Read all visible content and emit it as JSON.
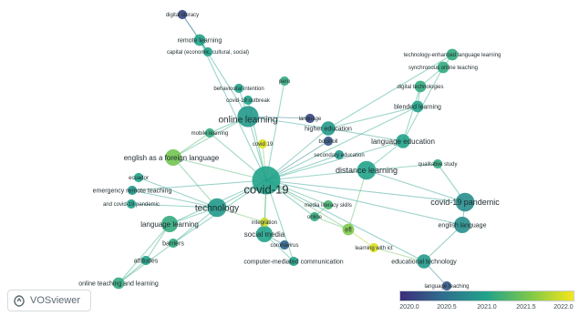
{
  "app": {
    "brand": "VOSviewer"
  },
  "legend": {
    "ticks": [
      "2020.0",
      "2020.5",
      "2021.0",
      "2021.5",
      "2022.0"
    ],
    "gradient": [
      "#3b2d7a",
      "#2f6f8e",
      "#21a38a",
      "#7ec84a",
      "#f5e61a"
    ]
  },
  "network": {
    "nodes": [
      {
        "id": "covid19",
        "label": "covid-19",
        "score": 0.5,
        "weight": 10,
        "label_size": 13
      },
      {
        "id": "online_learning",
        "label": "online learning",
        "score": 0.45,
        "weight": 7,
        "label_size": 10
      },
      {
        "id": "technology",
        "label": "technology",
        "score": 0.45,
        "weight": 6,
        "label_size": 10
      },
      {
        "id": "distance_learning",
        "label": "distance learning",
        "score": 0.5,
        "weight": 6,
        "label_size": 9
      },
      {
        "id": "covid19_pandemic",
        "label": "covid-19 pandemic",
        "score": 0.4,
        "weight": 6,
        "label_size": 9
      },
      {
        "id": "efl_foreign",
        "label": "english as a foreign language",
        "score": 0.72,
        "weight": 5,
        "label_size": 8
      },
      {
        "id": "language_learning",
        "label": "language learning",
        "score": 0.55,
        "weight": 5,
        "label_size": 8
      },
      {
        "id": "social_media",
        "label": "social media",
        "score": 0.5,
        "weight": 5,
        "label_size": 8
      },
      {
        "id": "english_language",
        "label": "english language",
        "score": 0.4,
        "weight": 5,
        "label_size": 7
      },
      {
        "id": "language_education",
        "label": "language education",
        "score": 0.5,
        "weight": 4,
        "label_size": 8
      },
      {
        "id": "higher_education",
        "label": "higher education",
        "score": 0.45,
        "weight": 4,
        "label_size": 7
      },
      {
        "id": "educational_technology",
        "label": "educational technology",
        "score": 0.45,
        "weight": 4,
        "label_size": 7
      },
      {
        "id": "blended_learning",
        "label": "blended learning",
        "score": 0.5,
        "weight": 3,
        "label_size": 7
      },
      {
        "id": "digital_technologies",
        "label": "digital technologies",
        "score": 0.55,
        "weight": 3,
        "label_size": 6
      },
      {
        "id": "tech_enhanced",
        "label": "technology-enhanced language learning",
        "score": 0.55,
        "weight": 3,
        "label_size": 6
      },
      {
        "id": "synchronous",
        "label": "synchronous online teaching",
        "score": 0.55,
        "weight": 3,
        "label_size": 6
      },
      {
        "id": "remote_learning",
        "label": "remote learning",
        "score": 0.5,
        "weight": 3,
        "label_size": 7
      },
      {
        "id": "capital",
        "label": "capital (economic, cultural, social)",
        "score": 0.5,
        "weight": 2,
        "label_size": 6
      },
      {
        "id": "digital_literacy",
        "label": "digital literacy",
        "score": 0.1,
        "weight": 2,
        "label_size": 6
      },
      {
        "id": "behavioural_intention",
        "label": "behavioural intention",
        "score": 0.5,
        "weight": 2,
        "label_size": 6
      },
      {
        "id": "peru",
        "label": "peru",
        "score": 0.55,
        "weight": 2,
        "label_size": 6
      },
      {
        "id": "covid_outbreak",
        "label": "covid-19 outbreak",
        "score": 0.5,
        "weight": 2,
        "label_size": 6
      },
      {
        "id": "mobile_learning",
        "label": "mobile learning",
        "score": 0.55,
        "weight": 2,
        "label_size": 6
      },
      {
        "id": "covid_19_small",
        "label": "covid 19",
        "score": 0.95,
        "weight": 2,
        "label_size": 6
      },
      {
        "id": "language",
        "label": "language",
        "score": 0.1,
        "weight": 2,
        "label_size": 6
      },
      {
        "id": "bookroll",
        "label": "bookroll",
        "score": 0.15,
        "weight": 2,
        "label_size": 6
      },
      {
        "id": "secondary_education",
        "label": "secondary education",
        "score": 0.45,
        "weight": 2,
        "label_size": 6
      },
      {
        "id": "qualitative_study",
        "label": "qualitative study",
        "score": 0.55,
        "weight": 2,
        "label_size": 6
      },
      {
        "id": "ecuador",
        "label": "ecuador",
        "score": 0.5,
        "weight": 2,
        "label_size": 6
      },
      {
        "id": "emergency_remote",
        "label": "emergency remote teaching",
        "score": 0.45,
        "weight": 2,
        "label_size": 7
      },
      {
        "id": "covid19_pandemic_small",
        "label": "and covid-19 pandemic",
        "score": 0.5,
        "weight": 2,
        "label_size": 6
      },
      {
        "id": "media_literacy",
        "label": "media literacy skills",
        "score": 0.6,
        "weight": 2,
        "label_size": 6
      },
      {
        "id": "online",
        "label": "online",
        "score": 0.55,
        "weight": 2,
        "label_size": 6
      },
      {
        "id": "integration",
        "label": "integration",
        "score": 0.9,
        "weight": 2,
        "label_size": 6
      },
      {
        "id": "efl",
        "label": "efl",
        "score": 0.75,
        "weight": 3,
        "label_size": 7
      },
      {
        "id": "coronavirus",
        "label": "coronavirus",
        "score": 0.2,
        "weight": 2,
        "label_size": 6
      },
      {
        "id": "learning_with_ict",
        "label": "learning with ict",
        "score": 0.95,
        "weight": 2,
        "label_size": 6
      },
      {
        "id": "barriers",
        "label": "barriers",
        "score": 0.55,
        "weight": 2,
        "label_size": 7
      },
      {
        "id": "attitudes",
        "label": "attitudes",
        "score": 0.5,
        "weight": 2,
        "label_size": 7
      },
      {
        "id": "cmc",
        "label": "computer-mediated communication",
        "score": 0.5,
        "weight": 2,
        "label_size": 7
      },
      {
        "id": "online_teaching",
        "label": "online teaching and learning",
        "score": 0.55,
        "weight": 3,
        "label_size": 7
      },
      {
        "id": "language_teaching",
        "label": "language teaching",
        "score": 0.15,
        "weight": 2,
        "label_size": 6
      }
    ],
    "edges": [
      [
        "covid19",
        "online_learning"
      ],
      [
        "covid19",
        "technology"
      ],
      [
        "covid19",
        "distance_learning"
      ],
      [
        "covid19",
        "covid19_pandemic"
      ],
      [
        "covid19",
        "efl_foreign"
      ],
      [
        "covid19",
        "language_learning"
      ],
      [
        "covid19",
        "social_media"
      ],
      [
        "covid19",
        "higher_education"
      ],
      [
        "covid19",
        "language_education"
      ],
      [
        "covid19",
        "remote_learning"
      ],
      [
        "covid19",
        "mobile_learning"
      ],
      [
        "covid19",
        "covid_19_small"
      ],
      [
        "covid19",
        "emergency_remote"
      ],
      [
        "covid19",
        "media_literacy"
      ],
      [
        "covid19",
        "online"
      ],
      [
        "covid19",
        "efl"
      ],
      [
        "covid19",
        "integration"
      ],
      [
        "covid19",
        "cmc"
      ],
      [
        "covid19",
        "barriers"
      ],
      [
        "covid19",
        "blended_learning"
      ],
      [
        "covid19",
        "educational_technology"
      ],
      [
        "covid19",
        "english_language"
      ],
      [
        "covid19",
        "peru"
      ],
      [
        "covid19",
        "covid_outbreak"
      ],
      [
        "covid19",
        "bookroll"
      ],
      [
        "covid19",
        "secondary_education"
      ],
      [
        "online_learning",
        "remote_learning"
      ],
      [
        "online_learning",
        "higher_education"
      ],
      [
        "online_learning",
        "behavioural_intention"
      ],
      [
        "online_learning",
        "language"
      ],
      [
        "online_learning",
        "mobile_learning"
      ],
      [
        "online_learning",
        "efl_foreign"
      ],
      [
        "remote_learning",
        "capital"
      ],
      [
        "remote_learning",
        "digital_literacy"
      ],
      [
        "capital",
        "digital_literacy"
      ],
      [
        "higher_education",
        "language_education"
      ],
      [
        "higher_education",
        "blended_learning"
      ],
      [
        "higher_education",
        "tech_enhanced"
      ],
      [
        "language_education",
        "digital_technologies"
      ],
      [
        "language_education",
        "synchronous"
      ],
      [
        "blended_learning",
        "digital_technologies"
      ],
      [
        "distance_learning",
        "qualitative_study"
      ],
      [
        "distance_learning",
        "covid19_pandemic"
      ],
      [
        "distance_learning",
        "efl"
      ],
      [
        "distance_learning",
        "language_education"
      ],
      [
        "covid19_pandemic",
        "english_language"
      ],
      [
        "covid19_pandemic",
        "qualitative_study"
      ],
      [
        "english_language",
        "educational_technology"
      ],
      [
        "educational_technology",
        "learning_with_ict"
      ],
      [
        "educational_technology",
        "language_teaching"
      ],
      [
        "technology",
        "language_learning"
      ],
      [
        "technology",
        "efl_foreign"
      ],
      [
        "technology",
        "ecuador"
      ],
      [
        "technology",
        "emergency_remote"
      ],
      [
        "technology",
        "covid19_pandemic_small"
      ],
      [
        "technology",
        "barriers"
      ],
      [
        "technology",
        "integration"
      ],
      [
        "language_learning",
        "attitudes"
      ],
      [
        "language_learning",
        "online_teaching"
      ],
      [
        "barriers",
        "online_teaching"
      ],
      [
        "attitudes",
        "online_teaching"
      ],
      [
        "efl_foreign",
        "mobile_learning"
      ],
      [
        "social_media",
        "coronavirus"
      ],
      [
        "social_media",
        "cmc"
      ],
      [
        "social_media",
        "integration"
      ],
      [
        "efl",
        "learning_with_ict"
      ],
      [
        "efl",
        "online"
      ],
      [
        "media_literacy",
        "online"
      ],
      [
        "synchronous",
        "tech_enhanced"
      ],
      [
        "digital_technologies",
        "synchronous"
      ]
    ]
  }
}
